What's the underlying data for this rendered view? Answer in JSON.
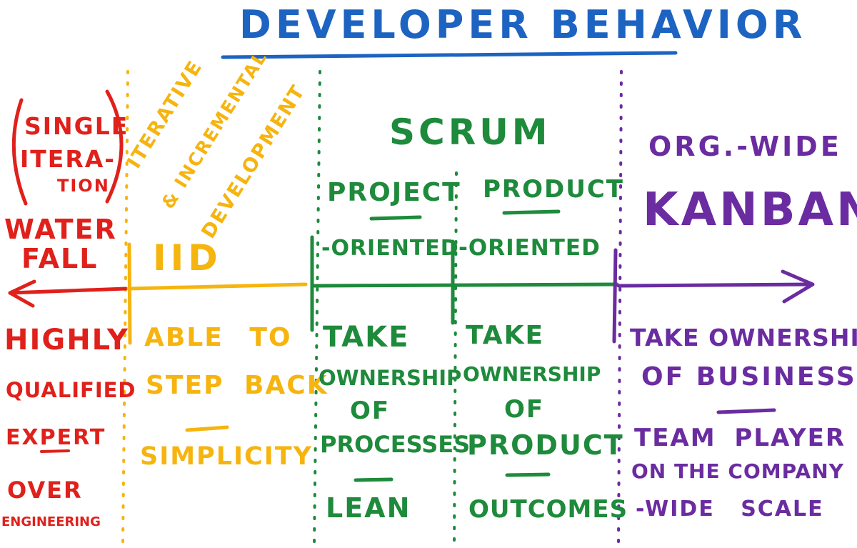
{
  "title": "DEVELOPER BEHAVIOR",
  "colors": {
    "title": "#1d63c1",
    "waterfall": "#e0201b",
    "iid": "#f6b40f",
    "scrum": "#1e8a3b",
    "kanban": "#6a2ca0"
  },
  "waterfall": {
    "note": "SINGLE ITERATION",
    "note_line1": "SINGLE",
    "note_line2": "ITERA-",
    "note_line3": "TION",
    "name_line1": "WATER",
    "name_line2": "FALL",
    "traits": [
      "HIGHLY",
      "QUALIFIED",
      "EXPERT",
      "OVER",
      "ENGINEERING"
    ]
  },
  "iid": {
    "diagonal_line1": "ITERATIVE",
    "diagonal_line2": "& INCREMENTAL",
    "diagonal_line3": "DEVELOPMENT",
    "name": "IID",
    "traits": [
      "ABLE TO",
      "STEP BACK",
      "SIMPLICITY"
    ]
  },
  "scrum": {
    "name": "SCRUM",
    "project": {
      "heading": "PROJECT",
      "sub": "-ORIENTED",
      "traits": [
        "TAKE",
        "OWNERSHIP",
        "OF",
        "PROCESSES",
        "LEAN"
      ]
    },
    "product": {
      "heading": "PRODUCT",
      "sub": "-ORIENTED",
      "traits": [
        "TAKE",
        "OWNERSHIP",
        "OF",
        "PRODUCT",
        "OUTCOMES"
      ]
    }
  },
  "kanban": {
    "sub": "ORG.-WIDE",
    "name": "KANBAN",
    "traits": [
      "TAKE OWNERSHIP",
      "OF BUSINESS",
      "TEAM PLAYER",
      "ON THE COMPANY",
      "-WIDE SCALE"
    ]
  }
}
